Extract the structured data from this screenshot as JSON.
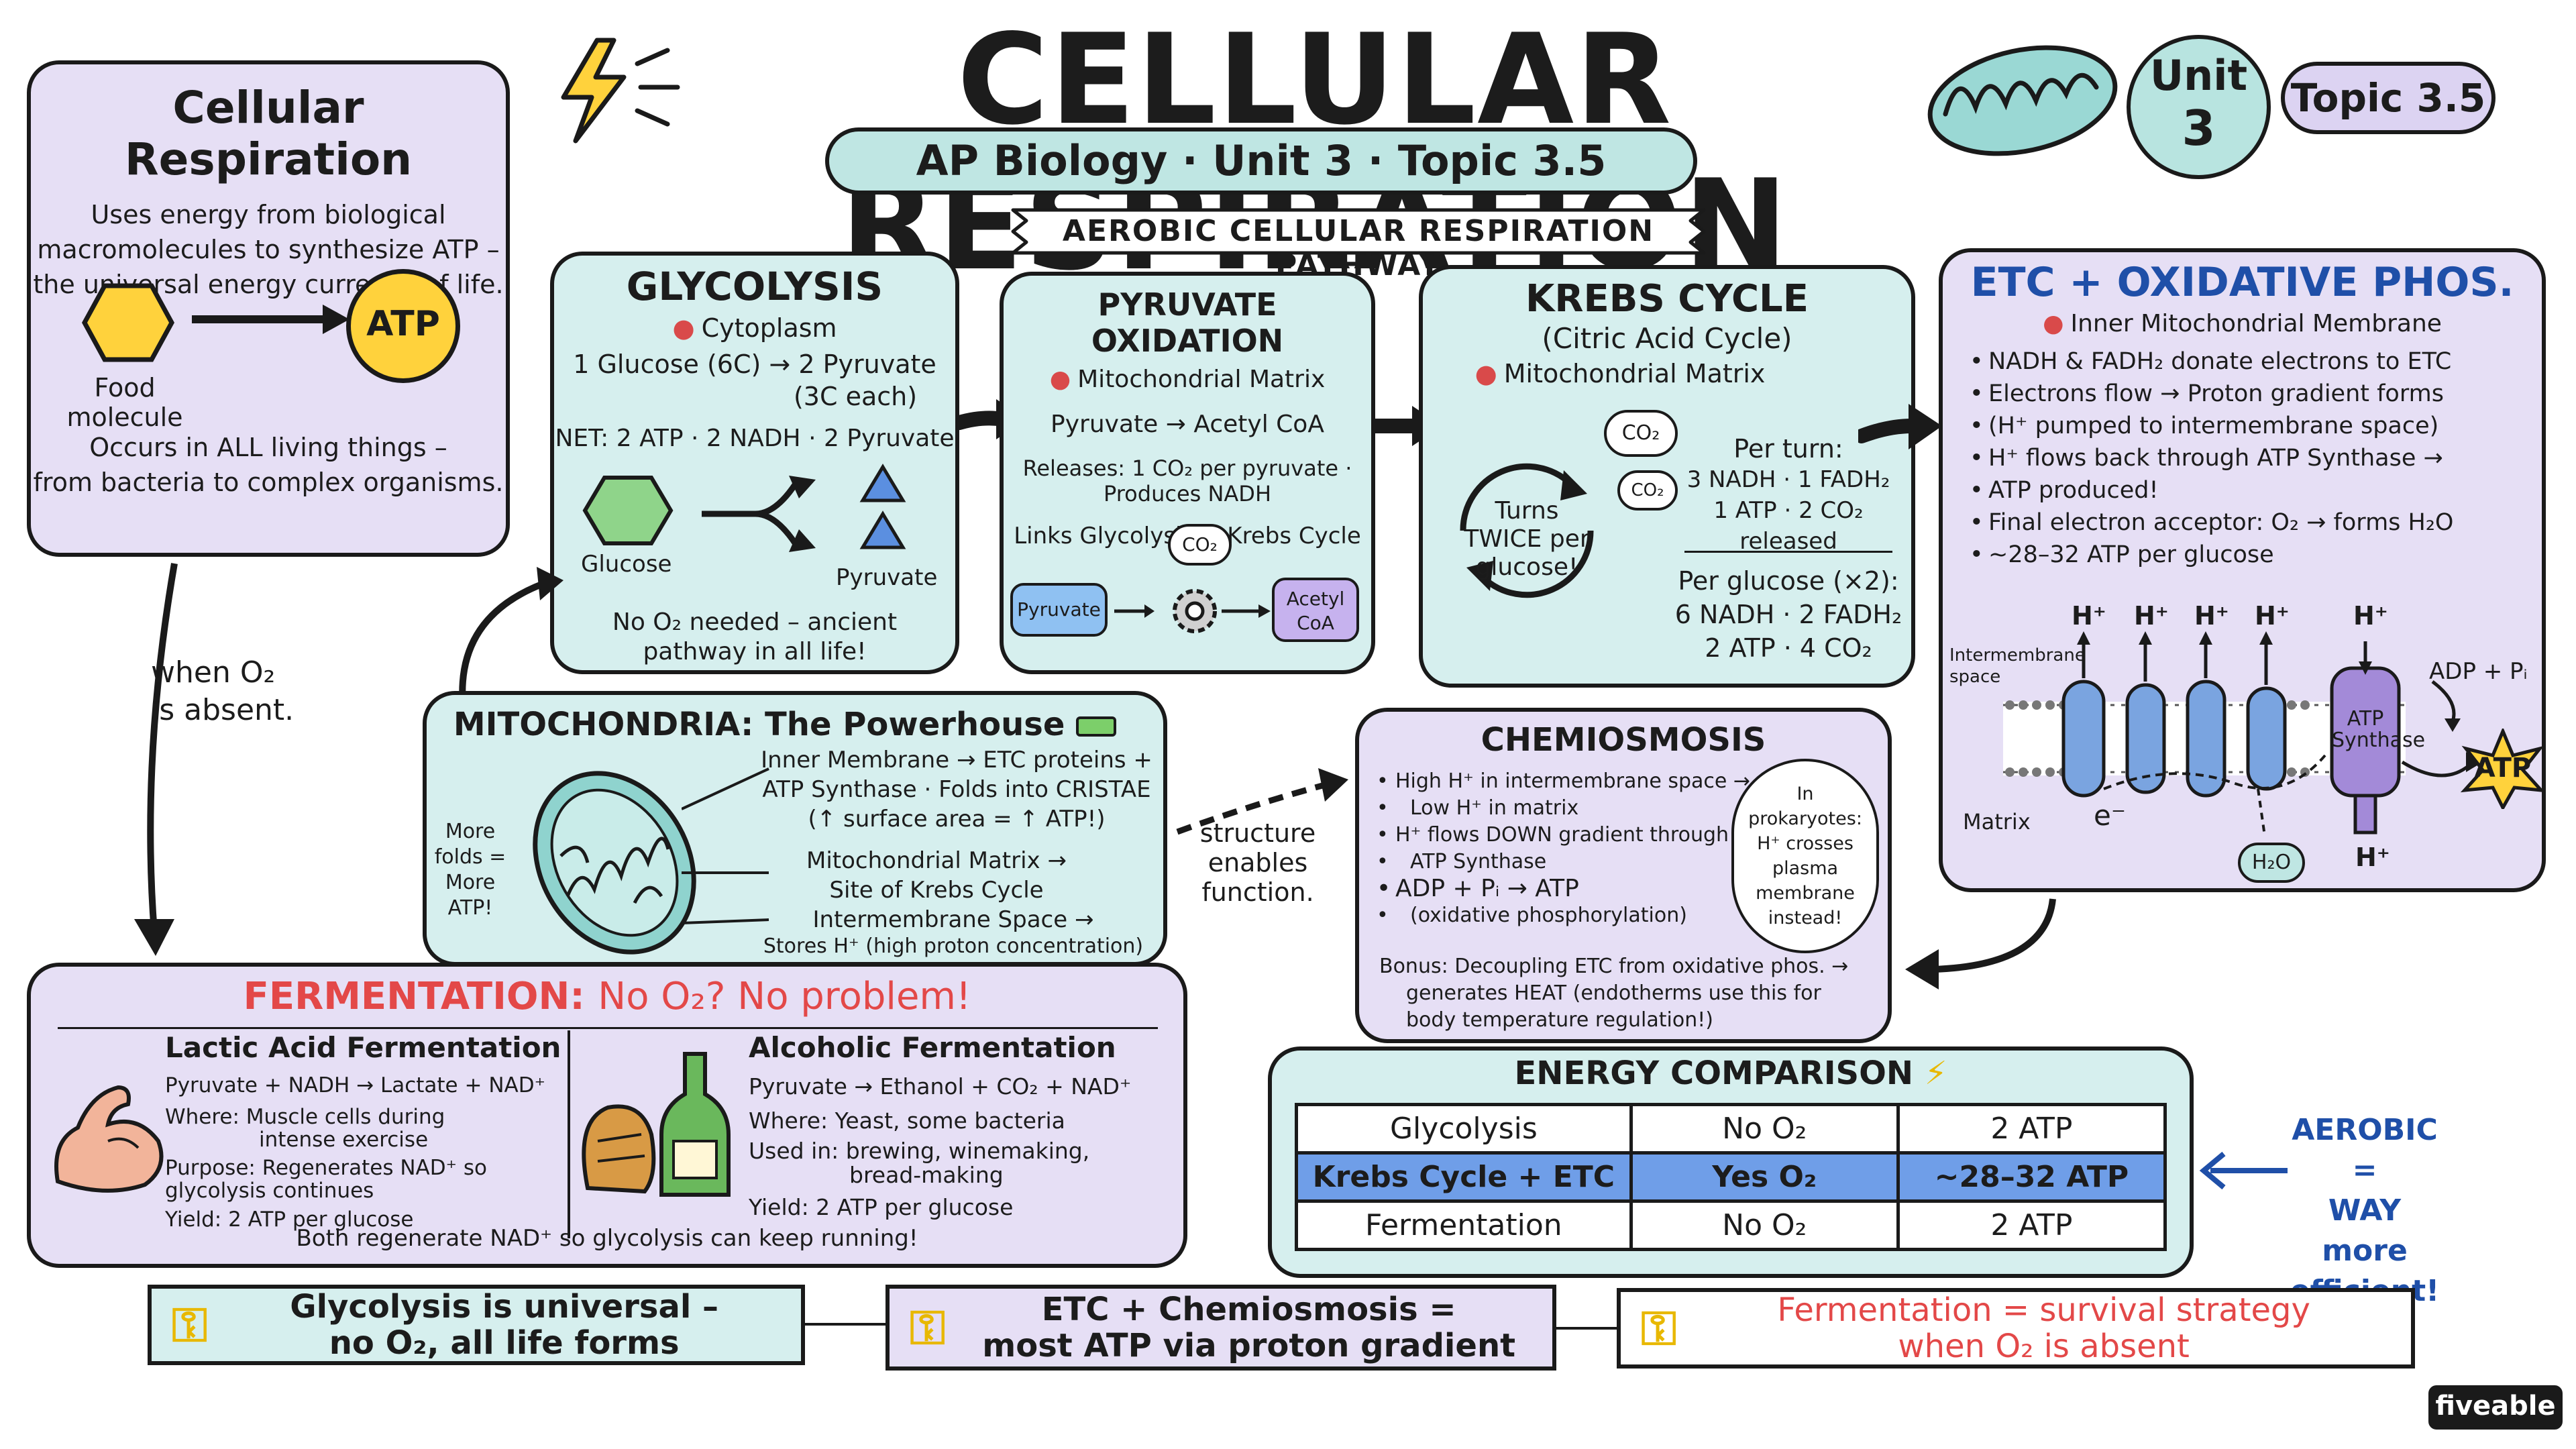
{
  "header": {
    "title": "CELLULAR RESPIRATION",
    "subtitle": "AP Biology · Unit 3 · Topic 3.5",
    "unit_badge_word": "Unit",
    "unit_badge_num": "3",
    "topic_badge": "Topic 3.5",
    "pathway_banner": "AEROBIC CELLULAR RESPIRATION PATHWAY"
  },
  "intro": {
    "title": "Cellular Respiration",
    "lines": [
      "Uses energy from biological",
      "macromolecules to synthesize ATP –",
      "the universal energy currency of life."
    ],
    "food_label": "Food\nmolecule",
    "atp_label": "ATP",
    "occurs": [
      "Occurs in ALL living things –",
      "from bacteria to complex organisms."
    ]
  },
  "glycolysis": {
    "title": "GLYCOLYSIS",
    "location": "Cytoplasm",
    "eq1": "1 Glucose (6C) → 2 Pyruvate",
    "eq2": "(3C each)",
    "net": "NET: 2 ATP · 2 NADH · 2 Pyruvate",
    "glucose_label": "Glucose",
    "pyruvate_label": "Pyruvate",
    "note1": "No O₂ needed – ancient",
    "note2": "pathway in all life!"
  },
  "pyruvate_ox": {
    "title": "PYRUVATE OXIDATION",
    "location": "Mitochondrial Matrix",
    "eq": "Pyruvate → Acetyl CoA",
    "releases1": "Releases: 1 CO₂ per pyruvate ·",
    "releases2": "Produces NADH",
    "links": "Links Glycolysis → Krebs Cycle",
    "co2": "CO₂",
    "pyruvate_chip": "Pyruvate",
    "acetyl_chip": "Acetyl\nCoA"
  },
  "krebs": {
    "title": "KREBS CYCLE",
    "subtitle": "(Citric Acid Cycle)",
    "location": "Mitochondrial Matrix",
    "turns": "Turns\nTWICE per\nglucose!",
    "co2_a": "CO₂",
    "co2_b": "CO₂",
    "per_turn_label": "Per turn:",
    "per_turn_1": "3 NADH · 1 FADH₂",
    "per_turn_2": "1 ATP · 2 CO₂ released",
    "per_glucose_label": "Per glucose (×2):",
    "per_glucose_1": "6 NADH · 2 FADH₂",
    "per_glucose_2": "2 ATP · 4 CO₂"
  },
  "etc": {
    "title": "ETC + OXIDATIVE PHOS.",
    "location": "Inner Mitochondrial Membrane",
    "bullets": [
      "NADH & FADH₂ donate electrons to ETC",
      "Electrons flow → Proton gradient forms",
      "(H⁺ pumped to intermembrane space)",
      "H⁺ flows back through ATP Synthase →",
      "ATP produced!",
      "Final electron acceptor: O₂ → forms H₂O",
      "~28–32 ATP per glucose"
    ],
    "h_plus": "H⁺",
    "intermembrane_label": "Intermembrane\nspace",
    "matrix_label": "Matrix",
    "adp_label": "ADP + Pᵢ",
    "synthase_label": "ATP\nSynthase",
    "atp_star": "ATP",
    "electron": "e⁻",
    "water": "H₂O"
  },
  "side_note": "when O₂\nis absent.",
  "mito": {
    "title": "MITOCHONDRIA: The Powerhouse",
    "more_folds": "More\nfolds =\nMore\nATP!",
    "l1a": "Inner Membrane → ETC proteins +",
    "l1b": "ATP Synthase · Folds into CRISTAE",
    "l1c": "(↑ surface area = ↑ ATP!)",
    "l2a": "Mitochondrial Matrix →",
    "l2b": "Site of Krebs Cycle",
    "l3a": "Intermembrane Space →",
    "l3b": "Stores H⁺ (high proton concentration)"
  },
  "structure_note": "structure\nenables\nfunction.",
  "chemiosmosis": {
    "title": "CHEMIOSMOSIS",
    "bullets": [
      "High H⁺ in intermembrane space →",
      "Low H⁺ in matrix",
      "H⁺ flows DOWN gradient through",
      "ATP Synthase",
      "ADP + Pᵢ → ATP",
      "(oxidative phosphorylation)"
    ],
    "bubble": "In\nprokaryotes:\nH⁺ crosses\nplasma\nmembrane\ninstead!",
    "bonus1": "Bonus: Decoupling ETC from oxidative phos. →",
    "bonus2": "generates HEAT (endotherms use this for",
    "bonus3": "body temperature regulation!)"
  },
  "fermentation": {
    "title_a": "FERMENTATION:",
    "title_b": "No O₂? No problem!",
    "lactic": {
      "title": "Lactic Acid Fermentation",
      "eq": "Pyruvate + NADH → Lactate + NAD⁺",
      "where1": "Where: Muscle cells during",
      "where2": "intense exercise",
      "purpose1": "Purpose: Regenerates NAD⁺ so",
      "purpose2": "glycolysis continues",
      "yield": "Yield: 2 ATP per glucose"
    },
    "alcoholic": {
      "title": "Alcoholic Fermentation",
      "eq": "Pyruvate → Ethanol + CO₂ + NAD⁺",
      "where": "Where: Yeast, some bacteria",
      "used1": "Used in: brewing, winemaking,",
      "used2": "bread-making",
      "yield": "Yield: 2 ATP per glucose"
    },
    "footer": "Both regenerate NAD⁺ so glycolysis can keep running!"
  },
  "energy": {
    "title": "ENERGY COMPARISON",
    "rows": [
      [
        "Glycolysis",
        "No O₂",
        "2 ATP"
      ],
      [
        "Krebs Cycle + ETC",
        "Yes O₂",
        "~28–32 ATP"
      ],
      [
        "Fermentation",
        "No O₂",
        "2 ATP"
      ]
    ],
    "aerobic_note": "AEROBIC =\nWAY more\nefficient!"
  },
  "takeaways": [
    {
      "line1": "Glycolysis is universal –",
      "line2": "no O₂, all life forms"
    },
    {
      "line1": "ETC + Chemiosmosis =",
      "line2": "most ATP via proton gradient"
    },
    {
      "line1": "Fermentation = survival strategy",
      "line2": "when O₂ is absent"
    }
  ],
  "brand": "fiveable",
  "colors": {
    "mint": "#d6efee",
    "lavender": "#e6dff5",
    "red": "#e34848",
    "blue": "#1f4fa8",
    "highlight_row": "#6f9ee8",
    "atp_yellow": "#ffd23c"
  }
}
